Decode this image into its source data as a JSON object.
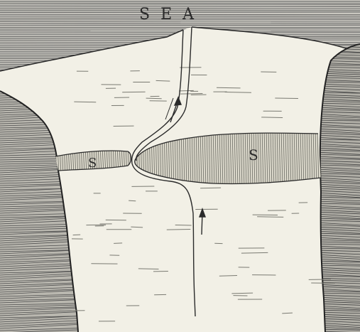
{
  "labels": {
    "sea": "SEA",
    "seam_left": "S",
    "seam_right": "S"
  },
  "colors": {
    "paper": "#f2f0e6",
    "ink": "#2a2a2a",
    "sea_hatch": "#6d6d6d",
    "seam_fill": "#d9d6c9"
  }
}
